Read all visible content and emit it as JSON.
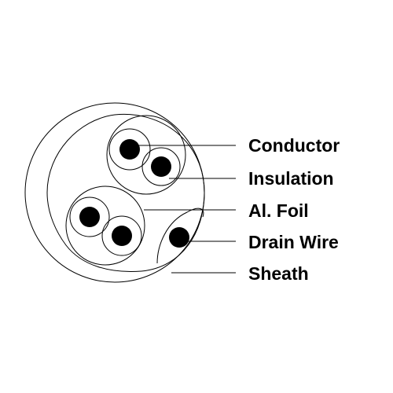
{
  "labels": {
    "conductor": "Conductor",
    "insulation": "Insulation",
    "foil": "Al. Foil",
    "drain_wire": "Drain Wire",
    "sheath": "Sheath"
  },
  "colors": {
    "line": "#000000",
    "background": "#ffffff"
  }
}
